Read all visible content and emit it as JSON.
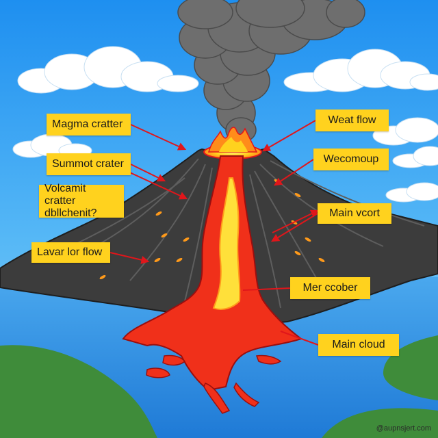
{
  "labels": [
    {
      "text": "Magma cratter"
    },
    {
      "text": "Summot crater"
    },
    {
      "text": "Volcamit cratter\ndbllchenit?"
    },
    {
      "text": "Lavar lor flow"
    },
    {
      "text": "Weat flow"
    },
    {
      "text": "Wecomoup"
    },
    {
      "text": "Main vcort"
    },
    {
      "text": "Mer ccober"
    },
    {
      "text": "Main cloud"
    }
  ],
  "watermark": "@aupnsjert.com",
  "colors": {
    "sky": "#3fa9f5",
    "label_fill": "#ffd21e",
    "arrow": "#e0161b",
    "rock": "#3c3c3c",
    "lava": "#f0301a",
    "lava_core": "#ffe03a",
    "water": "#3b9ee8",
    "grass": "#3f8c3a",
    "smoke": "#6b6b6b"
  }
}
